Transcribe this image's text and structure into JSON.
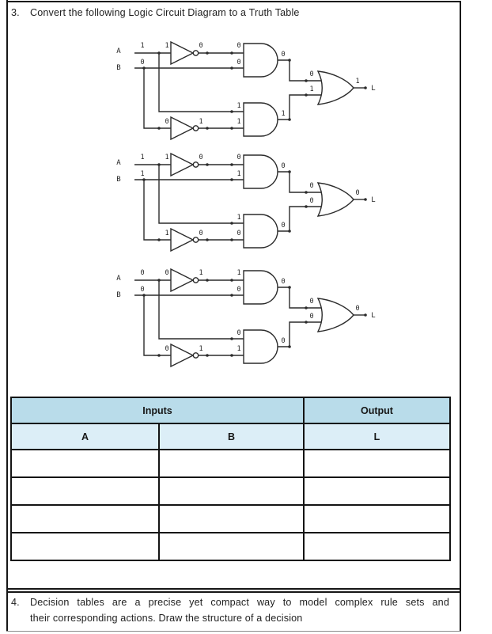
{
  "page": {
    "q3_number": "3.",
    "q3_title": "Convert the following Logic Circuit Diagram to a Truth Table",
    "q4_number": "4.",
    "q4_line1": "Decision tables are a precise yet compact way to model complex rule sets and",
    "q4_line2": "their corresponding actions. Draw the structure of a decision"
  },
  "truth_table": {
    "header_inputs": "Inputs",
    "header_output": "Output",
    "col_a": "A",
    "col_b": "B",
    "col_l": "L",
    "empty_rows": 4,
    "header_bg": "#b9dcea",
    "subheader_bg": "#dceef7",
    "border_color": "#141414"
  },
  "circuits": [
    {
      "name": "circuit-1",
      "input_labels": {
        "a": "A",
        "b": "B"
      },
      "output_label": "L",
      "values": {
        "a": "1",
        "b": "0",
        "not_a_in": "1",
        "not_a_out": "0",
        "and1_in1": "0",
        "and1_in2": "0",
        "and1_out": "0",
        "and2_in1": "1",
        "not_b_in": "0",
        "not_b_out": "1",
        "and2_in2": "1",
        "and2_out": "1",
        "or_in1": "0",
        "or_in2": "1",
        "or_out": "1"
      }
    },
    {
      "name": "circuit-2",
      "input_labels": {
        "a": "A",
        "b": "B"
      },
      "output_label": "L",
      "values": {
        "a": "1",
        "b": "1",
        "not_a_in": "1",
        "not_a_out": "0",
        "and1_in1": "0",
        "and1_in2": "1",
        "and1_out": "0",
        "and2_in1": "1",
        "not_b_in": "1",
        "not_b_out": "0",
        "and2_in2": "0",
        "and2_out": "0",
        "or_in1": "0",
        "or_in2": "0",
        "or_out": "0"
      }
    },
    {
      "name": "circuit-3",
      "input_labels": {
        "a": "A",
        "b": "B"
      },
      "output_label": "L",
      "values": {
        "a": "0",
        "b": "0",
        "not_a_in": "0",
        "not_a_out": "1",
        "and1_in1": "1",
        "and1_in2": "0",
        "and1_out": "0",
        "and2_in1": "0",
        "not_b_in": "0",
        "not_b_out": "1",
        "and2_in2": "1",
        "and2_out": "0",
        "or_in1": "0",
        "or_in2": "0",
        "or_out": "0"
      }
    }
  ]
}
